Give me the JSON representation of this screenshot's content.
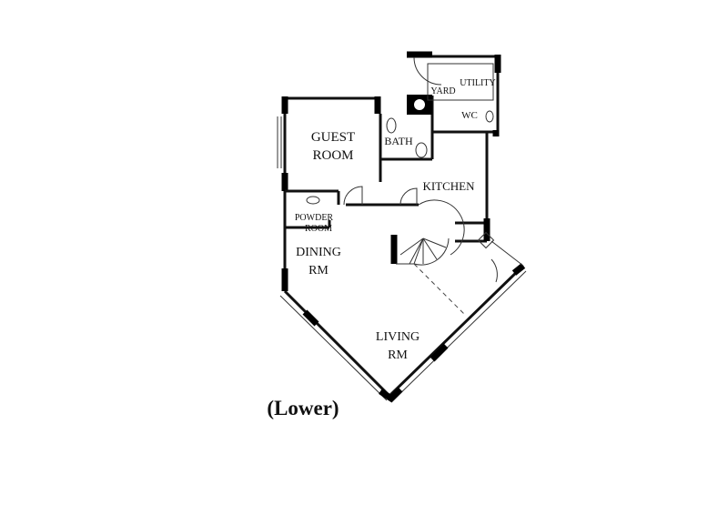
{
  "plan": {
    "rooms": {
      "guest_line1": "GUEST",
      "guest_line2": "ROOM",
      "bath": "BATH",
      "yard": "YARD",
      "utility": "UTILITY",
      "wc": "WC",
      "kitchen": "KITCHEN",
      "powder_line1": "POWDER",
      "powder_line2": "ROOM",
      "dining_line1": "DINING",
      "dining_line2": "RM",
      "living_line1": "LIVING",
      "living_line2": "RM"
    },
    "caption": "(Lower)"
  }
}
